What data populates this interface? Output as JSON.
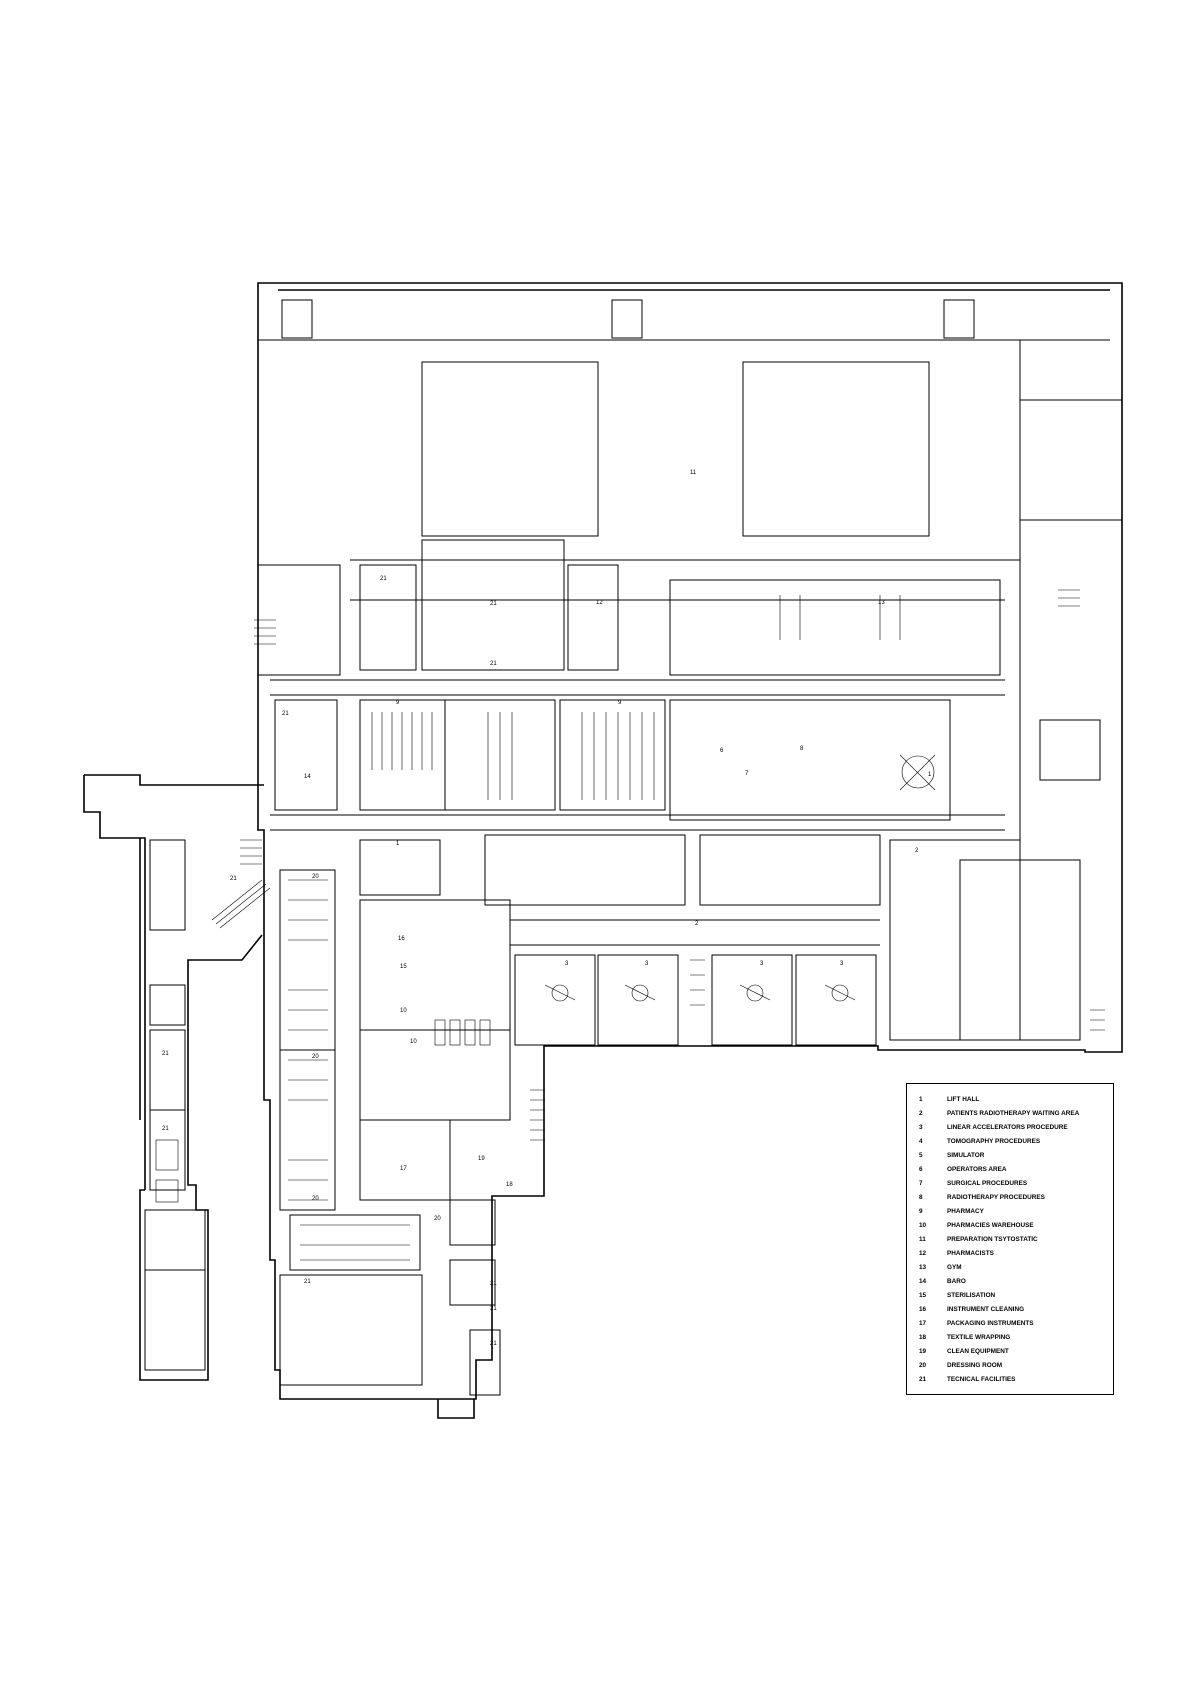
{
  "legend": {
    "items": [
      {
        "num": "1",
        "label": "LIFT HALL"
      },
      {
        "num": "2",
        "label": "PATIENTS RADIOTHERAPY WAITING AREA"
      },
      {
        "num": "3",
        "label": "LINEAR ACCELERATORS PROCEDURE"
      },
      {
        "num": "4",
        "label": "TOMOGRAPHY PROCEDURES"
      },
      {
        "num": "5",
        "label": "SIMULATOR"
      },
      {
        "num": "6",
        "label": "OPERATORS AREA"
      },
      {
        "num": "7",
        "label": "SURGICAL PROCEDURES"
      },
      {
        "num": "8",
        "label": "RADIOTHERAPY PROCEDURES"
      },
      {
        "num": "9",
        "label": "PHARMACY"
      },
      {
        "num": "10",
        "label": "PHARMACIES WAREHOUSE"
      },
      {
        "num": "11",
        "label": "PREPARATION TSYTOSTATIC"
      },
      {
        "num": "12",
        "label": "PHARMACISTS"
      },
      {
        "num": "13",
        "label": "GYM"
      },
      {
        "num": "14",
        "label": "BARO"
      },
      {
        "num": "15",
        "label": "STERILISATION"
      },
      {
        "num": "16",
        "label": "INSTRUMENT CLEANING"
      },
      {
        "num": "17",
        "label": "PACKAGING INSTRUMENTS"
      },
      {
        "num": "18",
        "label": "TEXTILE WRAPPING"
      },
      {
        "num": "19",
        "label": "CLEAN EQUIPMENT"
      },
      {
        "num": "20",
        "label": "DRESSING ROOM"
      },
      {
        "num": "21",
        "label": "TECNICAL FACILITIES"
      }
    ]
  },
  "room_labels": [
    "21",
    "21",
    "21",
    "21",
    "21",
    "21",
    "21",
    "21",
    "21",
    "21",
    "21",
    "20",
    "20",
    "20",
    "20",
    "9",
    "9",
    "1",
    "1",
    "2",
    "2",
    "3",
    "3",
    "3",
    "3",
    "12",
    "13",
    "14",
    "15",
    "16",
    "17",
    "18",
    "19",
    "10",
    "10",
    "11",
    "6",
    "7",
    "8"
  ]
}
